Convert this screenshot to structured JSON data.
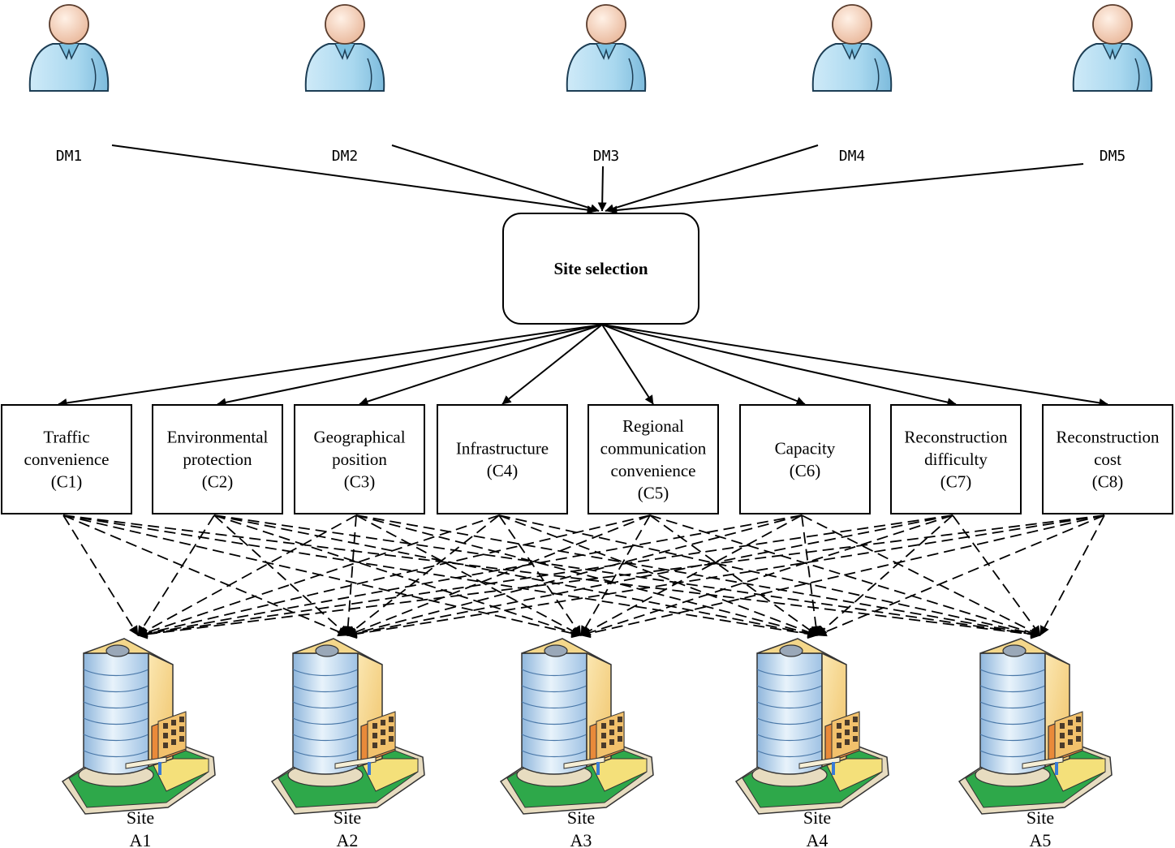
{
  "decision_makers": [
    {
      "label": "DM1",
      "icon": "person-icon"
    },
    {
      "label": "DM2",
      "icon": "person-icon"
    },
    {
      "label": "DM3",
      "icon": "person-icon"
    },
    {
      "label": "DM4",
      "icon": "person-icon"
    },
    {
      "label": "DM5",
      "icon": "person-icon"
    }
  ],
  "hub": {
    "label": "Site selection"
  },
  "criteria": [
    {
      "lines": [
        "Traffic",
        "convenience",
        "(C1)"
      ]
    },
    {
      "lines": [
        "Environmental",
        "protection",
        "(C2)"
      ]
    },
    {
      "lines": [
        "Geographical",
        "position",
        "(C3)"
      ]
    },
    {
      "lines": [
        "Infrastructure",
        "(C4)"
      ]
    },
    {
      "lines": [
        "Regional",
        "communication",
        "convenience",
        "(C5)"
      ]
    },
    {
      "lines": [
        "Capacity",
        "(C6)"
      ]
    },
    {
      "lines": [
        "Reconstruction",
        "difficulty",
        "(C7)"
      ]
    },
    {
      "lines": [
        "Reconstruction",
        "cost",
        "(C8)"
      ]
    }
  ],
  "sites": [
    {
      "lines": [
        "Site",
        "A1"
      ],
      "icon": "building-icon"
    },
    {
      "lines": [
        "Site",
        "A2"
      ],
      "icon": "building-icon"
    },
    {
      "lines": [
        "Site",
        "A3"
      ],
      "icon": "building-icon"
    },
    {
      "lines": [
        "Site",
        "A4"
      ],
      "icon": "building-icon"
    },
    {
      "lines": [
        "Site",
        "A5"
      ],
      "icon": "building-icon"
    }
  ],
  "colors": {
    "person_body": "#a9d8ef",
    "person_head": "#f7d3bd",
    "building_glass": "#b9d6ee",
    "building_roof": "#f4d78a",
    "grass": "#2ea84a",
    "brick": "#e98a3a"
  }
}
